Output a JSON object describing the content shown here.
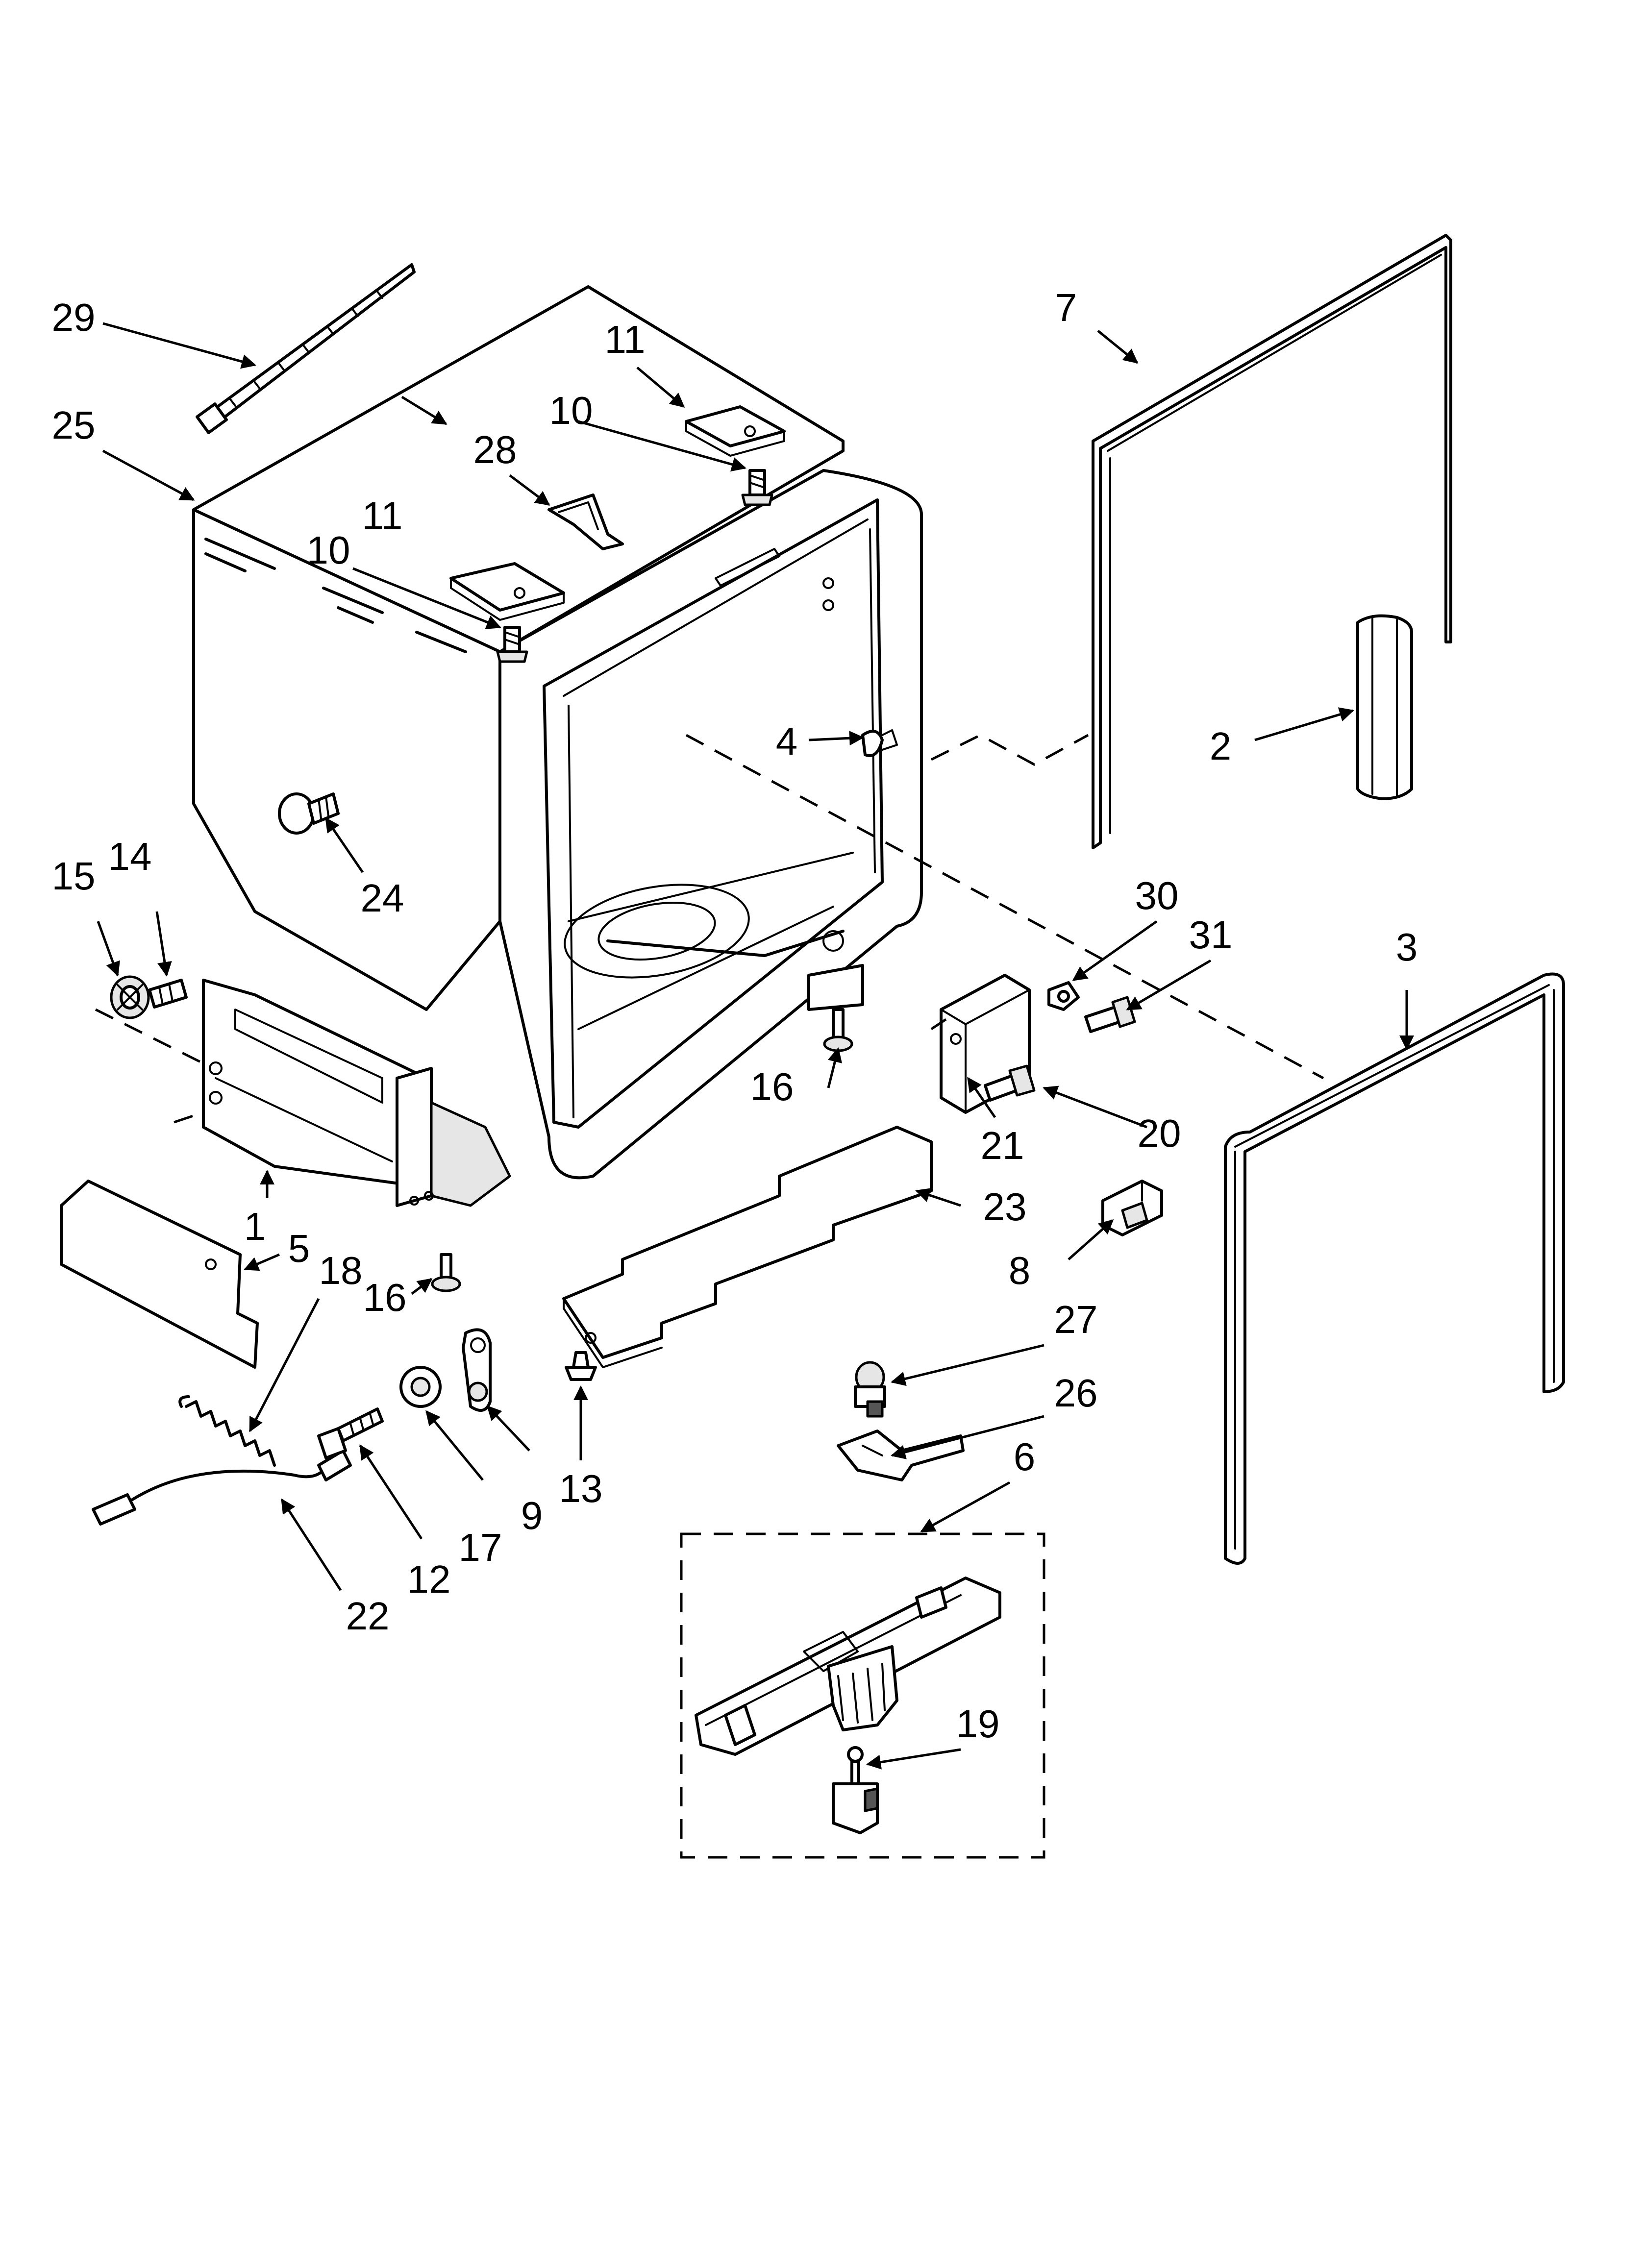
{
  "diagram": {
    "callouts": [
      {
        "label": "1"
      },
      {
        "label": "2"
      },
      {
        "label": "3"
      },
      {
        "label": "4"
      },
      {
        "label": "5"
      },
      {
        "label": "6"
      },
      {
        "label": "7"
      },
      {
        "label": "8"
      },
      {
        "label": "9"
      },
      {
        "label": "10"
      },
      {
        "label": "10"
      },
      {
        "label": "11"
      },
      {
        "label": "11"
      },
      {
        "label": "12"
      },
      {
        "label": "13"
      },
      {
        "label": "14"
      },
      {
        "label": "15"
      },
      {
        "label": "16"
      },
      {
        "label": "16"
      },
      {
        "label": "17"
      },
      {
        "label": "18"
      },
      {
        "label": "19"
      },
      {
        "label": "20"
      },
      {
        "label": "21"
      },
      {
        "label": "22"
      },
      {
        "label": "23"
      },
      {
        "label": "24"
      },
      {
        "label": "25"
      },
      {
        "label": "26"
      },
      {
        "label": "27"
      },
      {
        "label": "28"
      },
      {
        "label": "29"
      },
      {
        "label": "30"
      },
      {
        "label": "31"
      }
    ]
  }
}
